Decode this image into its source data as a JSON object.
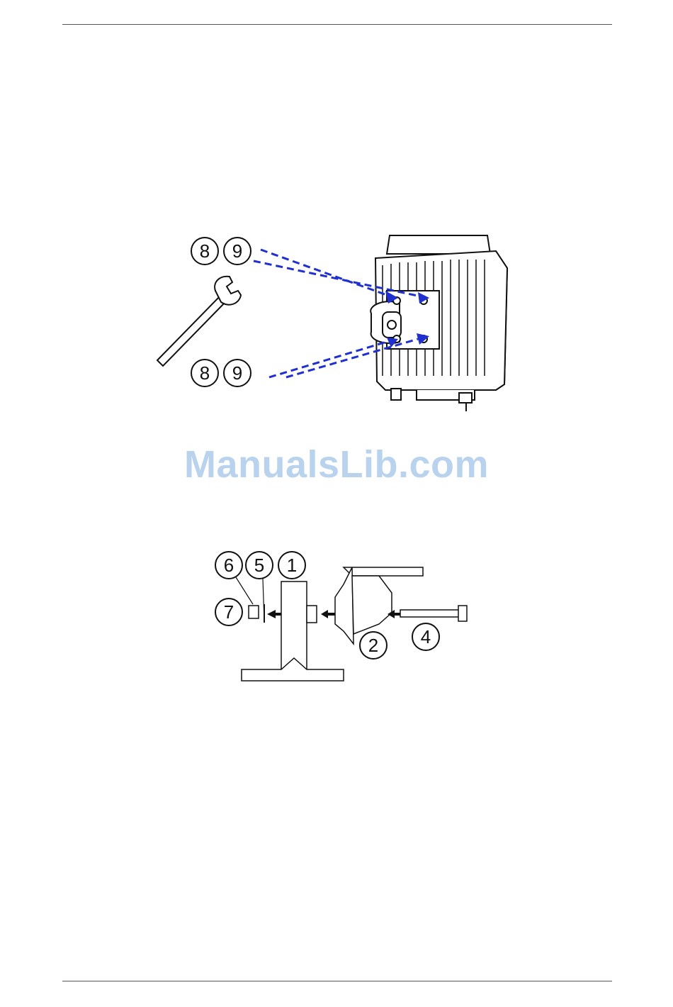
{
  "figure1": {
    "callouts": [
      "8",
      "9",
      "8",
      "9"
    ],
    "arrow_color": "#1f2fd0"
  },
  "watermark": "ManualsLib.com",
  "figure2": {
    "callouts": [
      "6",
      "5",
      "1",
      "7",
      "2",
      "4"
    ]
  }
}
